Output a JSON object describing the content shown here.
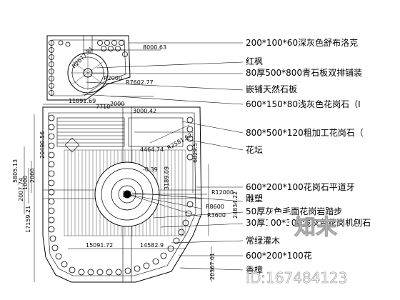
{
  "drawing": {
    "callouts": [
      "200*100*60深灰色舒布洛克",
      "红枫",
      "80厚500*800青石板双排铺装",
      "嵌铺天然石板",
      "600*150*80浅灰色花岗石（Ⅰ",
      "800*500*120粗加工花岗石（",
      "花坛",
      "600*200*100花岗石平道牙",
      "雕塑",
      "50厚灰色毛面花岗岩踏步",
      "30厚100*300浅灰色花岗机刨石",
      "常绿灌木",
      "600*200*100花",
      "香樟"
    ],
    "dimensions": [
      "8000.63",
      "R2077.81",
      "R2000",
      "R7602.77",
      "11091.69",
      "7710",
      "2000",
      "3000.42",
      "20490.56",
      "4464.74",
      "-0.39",
      "R2581.62",
      "6829.5",
      "5805.13",
      "2007.74",
      "1000",
      "2000",
      "17159.21",
      "3189.09",
      "R12000",
      "R8600",
      "R3600",
      "24834.22",
      "15091.72",
      "14582.9",
      "20367.01"
    ],
    "watermark": {
      "logo_text": "知末",
      "id_text": "ID:167484123"
    }
  }
}
